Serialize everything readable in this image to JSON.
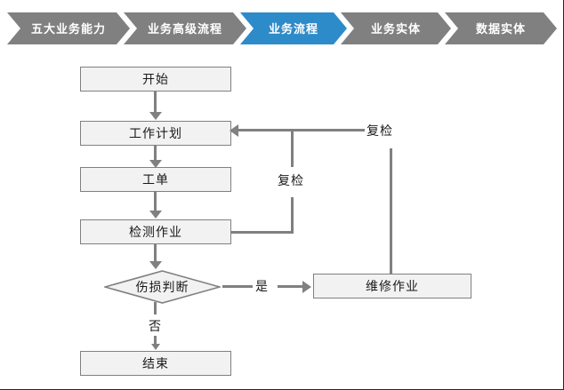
{
  "breadcrumb": {
    "name": "business-capability-breadcrumb",
    "active_color": "#2E8BC9",
    "inactive_color": "#808080",
    "text_color": "#ffffff",
    "items": [
      {
        "label": "五大业务能力",
        "active": false
      },
      {
        "label": "业务高级流程",
        "active": false
      },
      {
        "label": "业务流程",
        "active": true
      },
      {
        "label": "业务实体",
        "active": false
      },
      {
        "label": "数据实体",
        "active": false
      }
    ]
  },
  "flowchart": {
    "node_fill": "#f2f2f2",
    "node_border": "#808080",
    "connector_color": "#808080",
    "nodes": [
      {
        "id": "start",
        "label": "开始",
        "shape": "rect"
      },
      {
        "id": "workplan",
        "label": "工作计划",
        "shape": "rect"
      },
      {
        "id": "workorder",
        "label": "工单",
        "shape": "rect"
      },
      {
        "id": "inspect",
        "label": "检测作业",
        "shape": "rect"
      },
      {
        "id": "decision",
        "label": "伤损判断",
        "shape": "diamond"
      },
      {
        "id": "repair",
        "label": "维修作业",
        "shape": "rect"
      },
      {
        "id": "end",
        "label": "结束",
        "shape": "rect"
      }
    ],
    "edge_labels": {
      "recheck_inner": "复检",
      "recheck_outer": "复检",
      "yes": "是",
      "no": "否"
    }
  }
}
